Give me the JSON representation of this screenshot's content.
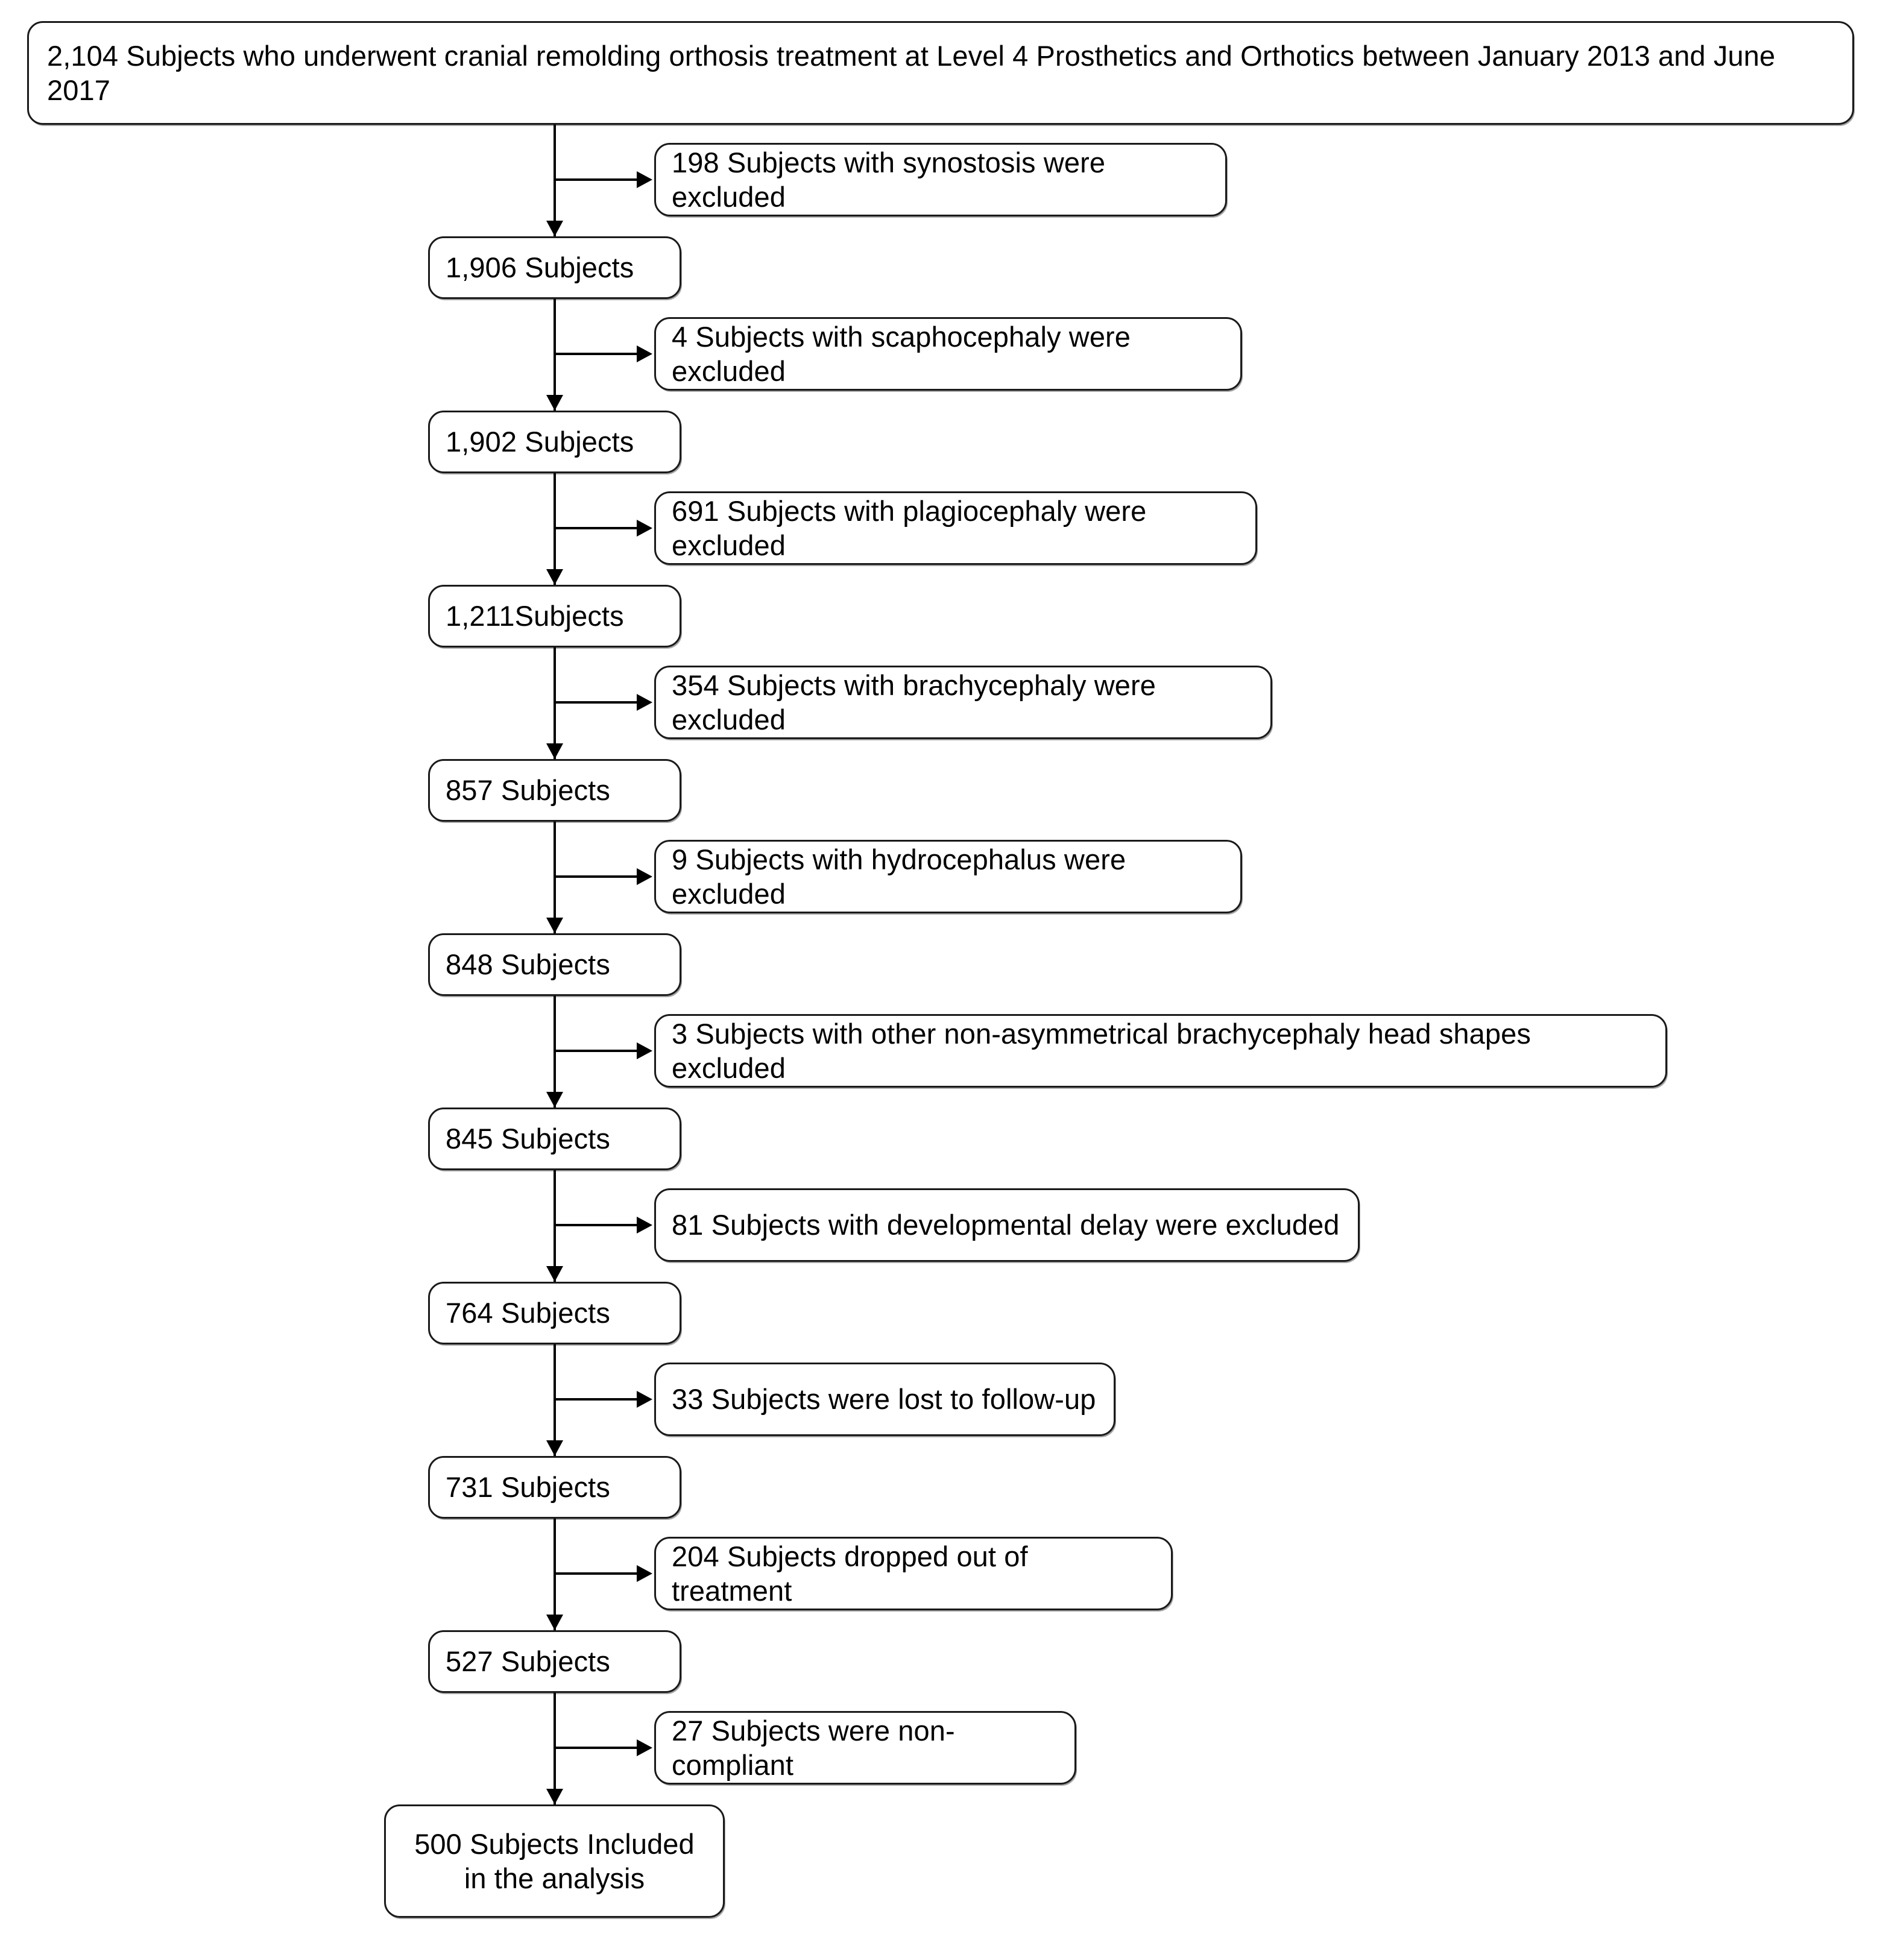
{
  "figure": {
    "type": "flowchart",
    "title": "Subject selection flow diagram",
    "orientation": "vertical",
    "colors": {
      "stroke": "#1a1a1a",
      "fill": "#ffffff",
      "text": "#000000"
    }
  },
  "top_node": {
    "text": "2,104 Subjects who underwent cranial remolding orthosis treatment at Level 4 Prosthetics and Orthotics between  January 2013 and June 2017",
    "count": 2104
  },
  "steps": [
    {
      "exclusion": "198 Subjects with synostosis were excluded",
      "excluded_count": 198,
      "remaining": "1,906 Subjects",
      "remaining_count": 1906
    },
    {
      "exclusion": "4 Subjects with scaphocephaly were excluded",
      "excluded_count": 4,
      "remaining": "1,902 Subjects",
      "remaining_count": 1902
    },
    {
      "exclusion": "691 Subjects with plagiocephaly were excluded",
      "excluded_count": 691,
      "remaining": "1,211Subjects",
      "remaining_count": 1211
    },
    {
      "exclusion": "354 Subjects with brachycephaly were excluded",
      "excluded_count": 354,
      "remaining": "857 Subjects",
      "remaining_count": 857
    },
    {
      "exclusion": "9 Subjects with hydrocephalus were excluded",
      "excluded_count": 9,
      "remaining": "848 Subjects",
      "remaining_count": 848
    },
    {
      "exclusion": "3 Subjects with other non-asymmetrical brachycephaly head shapes excluded",
      "excluded_count": 3,
      "remaining": "845 Subjects",
      "remaining_count": 845
    },
    {
      "exclusion": "81 Subjects with developmental delay were excluded",
      "excluded_count": 81,
      "remaining": "764 Subjects",
      "remaining_count": 764
    },
    {
      "exclusion": "33 Subjects were lost to follow-up",
      "excluded_count": 33,
      "remaining": "731 Subjects",
      "remaining_count": 731
    },
    {
      "exclusion": "204 Subjects dropped out of treatment",
      "excluded_count": 204,
      "remaining": "527 Subjects",
      "remaining_count": 527
    },
    {
      "exclusion": "27 Subjects were non-compliant",
      "excluded_count": 27,
      "remaining": null,
      "remaining_count": null
    }
  ],
  "final_node": {
    "text": "500 Subjects Included\nin the analysis",
    "count": 500
  }
}
